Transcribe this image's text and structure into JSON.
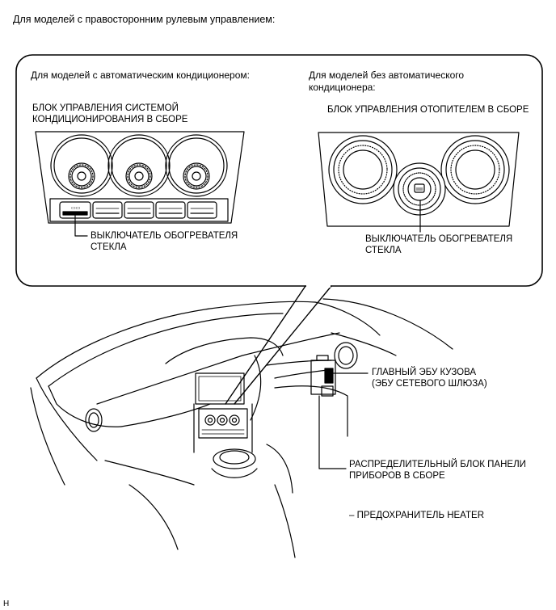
{
  "heading": "Для моделей с правосторонним рулевым управлением:",
  "callout": {
    "left_title": "Для моделей с автоматическим кондиционером:",
    "left_unit_line1": "БЛОК УПРАВЛЕНИЯ СИСТЕМОЙ",
    "left_unit_line2": "КОНДИЦИОНИРОВАНИЯ В СБОРЕ",
    "left_switch_line1": "ВЫКЛЮЧАТЕЛЬ ОБОГРЕВАТЕЛЯ",
    "left_switch_line2": "СТЕКЛА",
    "right_title_line1": "Для моделей без автоматического",
    "right_title_line2": "кондиционера:",
    "right_unit": "БЛОК УПРАВЛЕНИЯ ОТОПИТЕЛЕМ В СБОРЕ",
    "right_switch_line1": "ВЫКЛЮЧАТЕЛЬ ОБОГРЕВАТЕЛЯ",
    "right_switch_line2": "СТЕКЛА"
  },
  "labels": {
    "ecu_line1": "ГЛАВНЫЙ ЭБУ КУЗОВА",
    "ecu_line2": "(ЭБУ СЕТЕВОГО ШЛЮЗА)",
    "junction_line1": "РАСПРЕДЕЛИТЕЛЬНЫЙ БЛОК ПАНЕЛИ",
    "junction_line2": "ПРИБОРОВ В СБОРЕ",
    "fuse": "– ПРЕДОХРАНИТЕЛЬ HEATER"
  },
  "figure_code": "H"
}
